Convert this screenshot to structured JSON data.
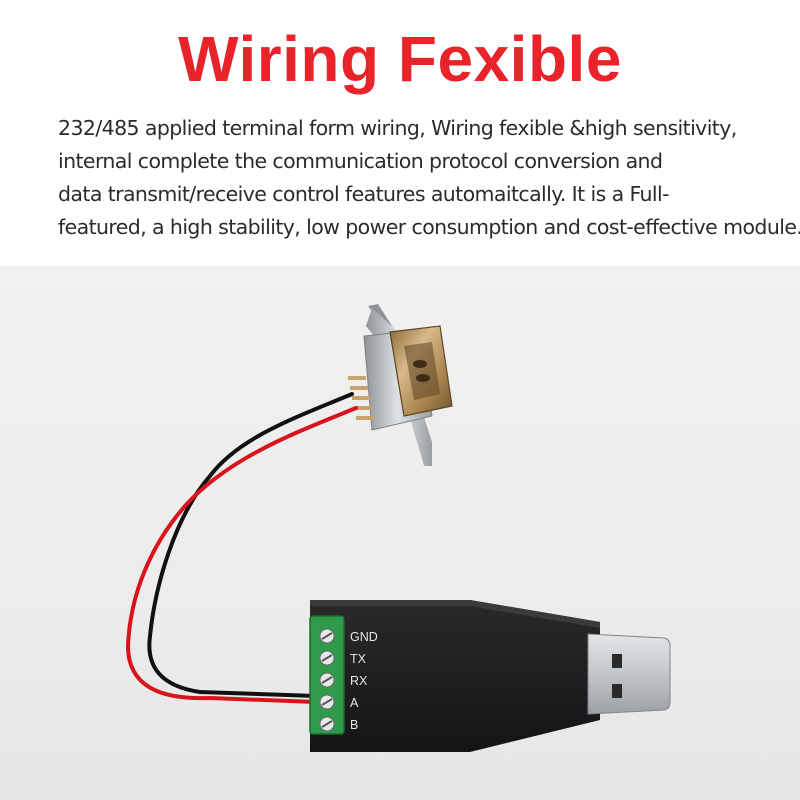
{
  "title": "Wiring  Fexible",
  "description": [
    "232/485 applied terminal form wiring,  Wiring fexible &high sensitivity,",
    "internal complete the communication protocol conversion and",
    "data transmit/receive control features automaitcally.  It is  a Full-",
    "featured, a high stability, low power consumption and cost-effective module."
  ],
  "terminal_labels": [
    "GND",
    "TX",
    "RX",
    "A",
    "B"
  ],
  "colors": {
    "title": "#e8232a",
    "text": "#2b2b2b",
    "module_body": "#1e1e1e",
    "terminal_block": "#2f9a4a",
    "wire_red": "#d8141c",
    "wire_black": "#111111"
  }
}
